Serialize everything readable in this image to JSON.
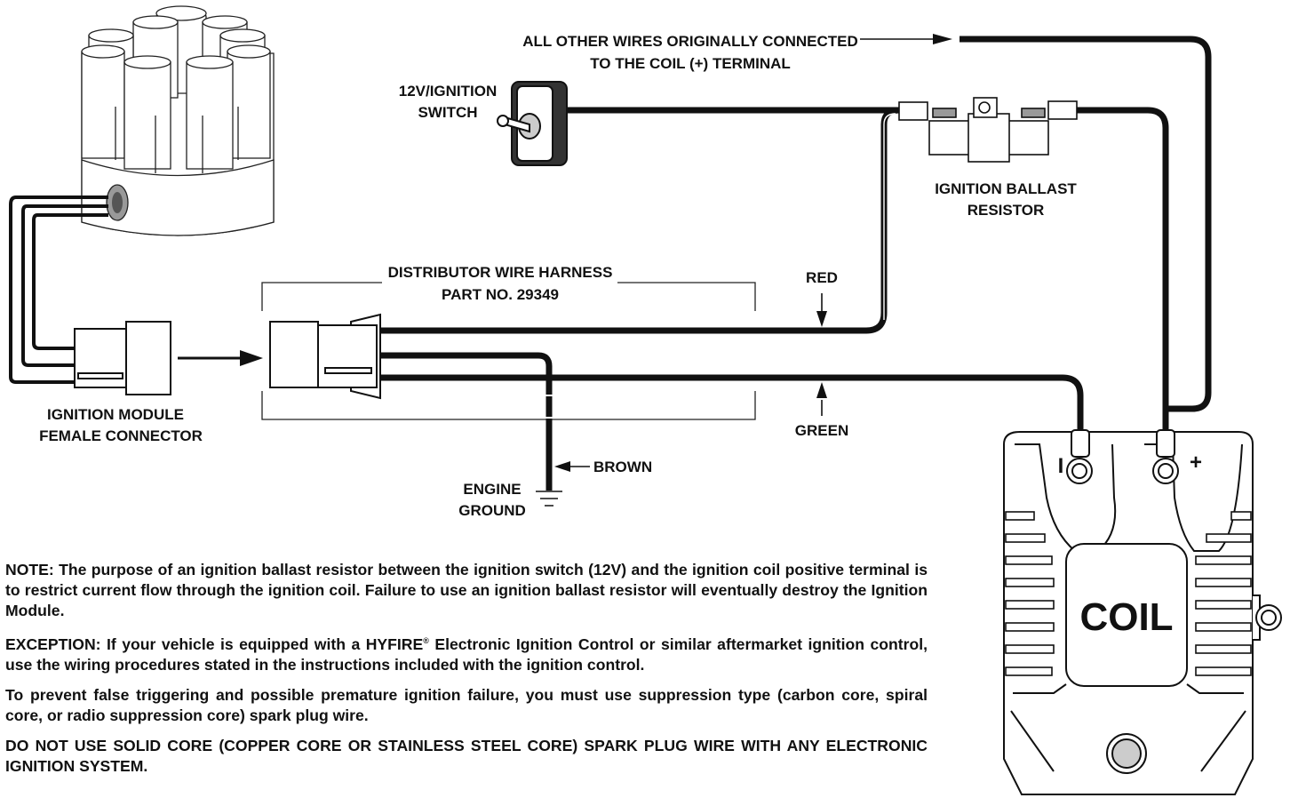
{
  "labels": {
    "other_wires_line1": "ALL OTHER WIRES ORIGINALLY CONNECTED",
    "other_wires_line2": "TO THE COIL (+) TERMINAL",
    "switch_line1": "12V/IGNITION",
    "switch_line2": "SWITCH",
    "ballast_line1": "IGNITION BALLAST",
    "ballast_line2": "RESISTOR",
    "harness_line1": "DISTRIBUTOR WIRE HARNESS",
    "harness_line2": "PART NO. 29349",
    "red": "RED",
    "green": "GREEN",
    "brown": "BROWN",
    "ground_line1": "ENGINE",
    "ground_line2": "GROUND",
    "module_line1": "IGNITION MODULE",
    "module_line2": "FEMALE CONNECTOR",
    "coil": "COIL",
    "coil_neg": "I",
    "coil_pos": "+"
  },
  "notes": {
    "note": "NOTE: The purpose of an ignition ballast resistor between the ignition switch (12V) and the ignition coil positive terminal is to restrict current flow through the ignition coil. Failure to use an ignition ballast resistor will eventually destroy the Ignition Module.",
    "exception_pre": "EXCEPTION: If your vehicle is equipped with a HYFIRE",
    "exception_mark": "®",
    "exception_post": " Electronic Ignition Control or similar aftermarket ignition control, use the wiring procedures stated in the instructions included with the ignition control.",
    "prevent": "To prevent false triggering and possible premature ignition failure, you must use suppression type (carbon core, spiral core, or radio suppression core) spark plug wire.",
    "warning": "DO NOT USE SOLID CORE (COPPER CORE OR STAINLESS STEEL CORE) SPARK PLUG WIRE WITH ANY ELECTRONIC IGNITION SYSTEM."
  }
}
